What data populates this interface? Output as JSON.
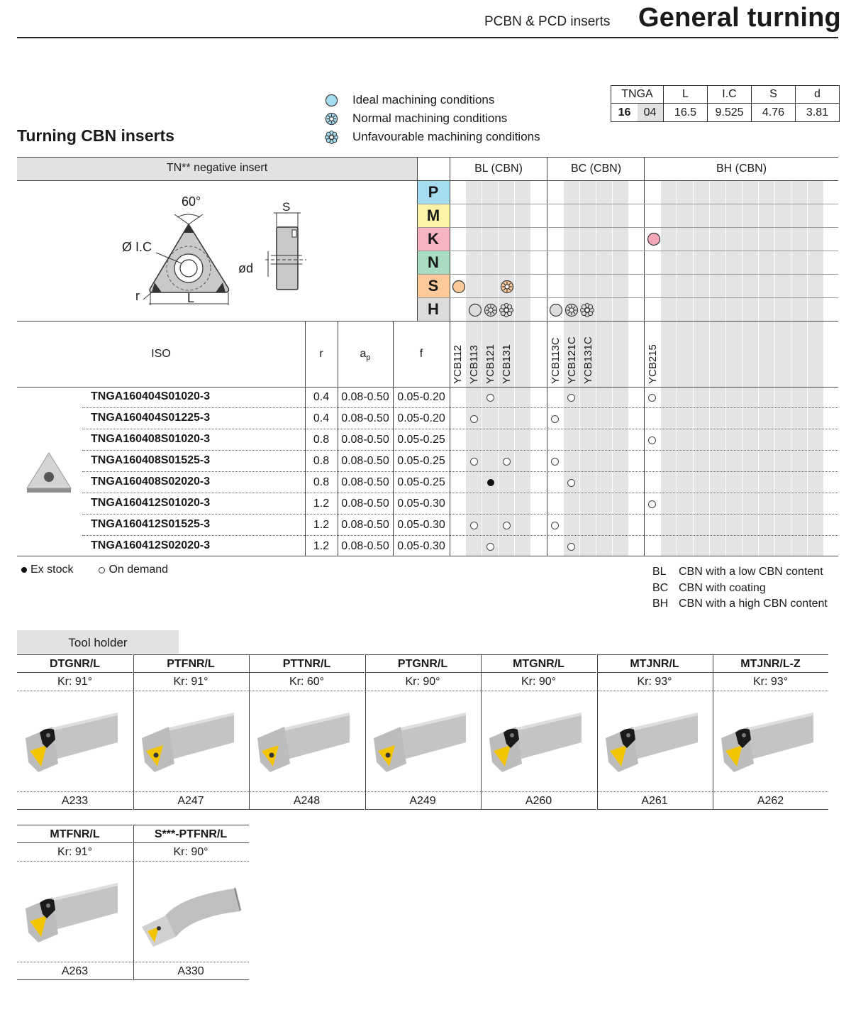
{
  "header": {
    "subtitle": "PCBN & PCD inserts",
    "title": "General turning"
  },
  "legend": [
    {
      "icon": "ideal-circle-icon",
      "label": "Ideal machining conditions"
    },
    {
      "icon": "normal-star-icon",
      "label": "Normal machining conditions"
    },
    {
      "icon": "unfavourable-star-icon",
      "label": "Unfavourable machining conditions"
    }
  ],
  "spec_table": {
    "headers": [
      "TNGA",
      "L",
      "I.C",
      "S",
      "d"
    ],
    "row": {
      "size_bold": "16",
      "size_rest": "04",
      "L": "16.5",
      "IC": "9.525",
      "S": "4.76",
      "d": "3.81"
    }
  },
  "section_title": "Turning CBN inserts",
  "insert_header": "TN** negative insert",
  "diagram": {
    "angle": "60°",
    "ic": "Ø I.C",
    "r": "r",
    "L": "L",
    "S": "S",
    "d": "ød"
  },
  "groups": [
    {
      "label": "BL (CBN)"
    },
    {
      "label": "BC (CBN)"
    },
    {
      "label": "BH (CBN)"
    }
  ],
  "materials": [
    {
      "letter": "P",
      "color": "#a6dcf0"
    },
    {
      "letter": "M",
      "color": "#fbf3a6"
    },
    {
      "letter": "K",
      "color": "#f6b4c2"
    },
    {
      "letter": "N",
      "color": "#a7dcc0"
    },
    {
      "letter": "S",
      "color": "#fbc99a"
    },
    {
      "letter": "H",
      "color": "#dcdcdc"
    }
  ],
  "columns_header": {
    "iso": "ISO",
    "r": "r",
    "ap": "a",
    "ap_sub": "p",
    "f": "f"
  },
  "grades": [
    "YCB112",
    "YCB113",
    "YCB121",
    "YCB131",
    "YCB113C",
    "YCB121C",
    "YCB131C",
    "YCB215"
  ],
  "rows": [
    {
      "iso": "TNGA160404S01020-3",
      "r": "0.4",
      "ap": "0.08-0.50",
      "f": "0.05-0.20"
    },
    {
      "iso": "TNGA160404S01225-3",
      "r": "0.4",
      "ap": "0.08-0.50",
      "f": "0.05-0.20"
    },
    {
      "iso": "TNGA160408S01020-3",
      "r": "0.8",
      "ap": "0.08-0.50",
      "f": "0.05-0.25"
    },
    {
      "iso": "TNGA160408S01525-3",
      "r": "0.8",
      "ap": "0.08-0.50",
      "f": "0.05-0.25"
    },
    {
      "iso": "TNGA160408S02020-3",
      "r": "0.8",
      "ap": "0.08-0.50",
      "f": "0.05-0.25"
    },
    {
      "iso": "TNGA160412S01020-3",
      "r": "1.2",
      "ap": "0.08-0.50",
      "f": "0.05-0.30"
    },
    {
      "iso": "TNGA160412S01525-3",
      "r": "1.2",
      "ap": "0.08-0.50",
      "f": "0.05-0.30"
    },
    {
      "iso": "TNGA160412S02020-3",
      "r": "1.2",
      "ap": "0.08-0.50",
      "f": "0.05-0.30"
    }
  ],
  "availability_legend": {
    "stock": "Ex stock",
    "demand": "On demand"
  },
  "group_legend": [
    {
      "code": "BL",
      "desc": "CBN with a low CBN content"
    },
    {
      "code": "BC",
      "desc": "CBN with coating"
    },
    {
      "code": "BH",
      "desc": "CBN with a high CBN content"
    }
  ],
  "tool_holder_title": "Tool holder",
  "holders": [
    {
      "name": "DTGNR/L",
      "kr": "Kr: 91°",
      "ref": "A233"
    },
    {
      "name": "PTFNR/L",
      "kr": "Kr: 91°",
      "ref": "A247"
    },
    {
      "name": "PTTNR/L",
      "kr": "Kr: 60°",
      "ref": "A248"
    },
    {
      "name": "PTGNR/L",
      "kr": "Kr: 90°",
      "ref": "A249"
    },
    {
      "name": "MTGNR/L",
      "kr": "Kr: 90°",
      "ref": "A260"
    },
    {
      "name": "MTJNR/L",
      "kr": "Kr: 93°",
      "ref": "A261"
    },
    {
      "name": "MTJNR/L-Z",
      "kr": "Kr: 93°",
      "ref": "A262"
    },
    {
      "name": "MTFNR/L",
      "kr": "Kr: 91°",
      "ref": "A263"
    },
    {
      "name": "S***-PTFNR/L",
      "kr": "Kr: 90°",
      "ref": "A330"
    }
  ]
}
